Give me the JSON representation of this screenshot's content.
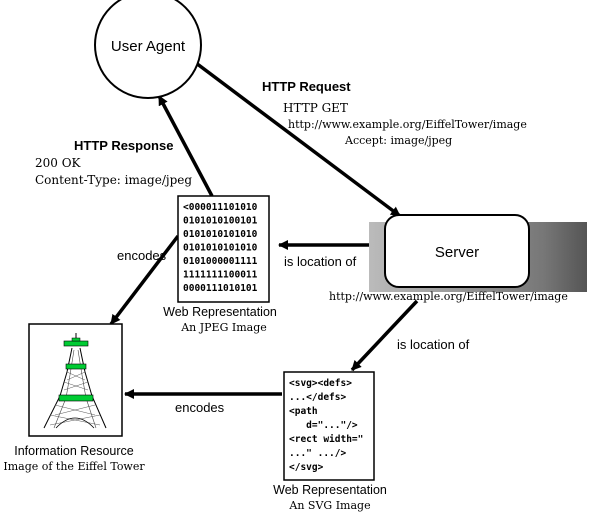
{
  "nodes": {
    "user_agent": "User Agent",
    "server": "Server"
  },
  "http_request": {
    "title": "HTTP Request",
    "method_line": "HTTP GET",
    "url": "http://www.example.org/EiffelTower/image",
    "accept": "Accept: image/jpeg"
  },
  "http_response": {
    "title": "HTTP Response",
    "status": "200 OK",
    "content_type": "Content-Type: image/jpeg"
  },
  "jpeg": {
    "bits": [
      "<000011101010",
      "0101010100101",
      "0101010101010",
      "0101010101010",
      "0101000001111",
      "1111111100011",
      "0000111010101"
    ],
    "title": "Web Representation",
    "subtitle": "An JPEG Image"
  },
  "svg_rep": {
    "code": [
      "<svg><defs>",
      "...</defs>",
      "<path",
      "   d=\"...\"/>",
      "<rect width=\"",
      "...\" .../>",
      "</svg>"
    ],
    "title": "Web Representation",
    "subtitle": "An SVG Image"
  },
  "resource": {
    "title": "Information Resource",
    "subtitle": "Image of the Eiffel Tower"
  },
  "edges": {
    "encodes_jpeg": "encodes",
    "encodes_svg": "encodes",
    "location_jpeg": "is location of",
    "location_svg": "is location of",
    "server_url": "http://www.example.org/EiffelTower/image"
  },
  "colors": {
    "tower_green": "#00cc33",
    "line": "#000000"
  }
}
